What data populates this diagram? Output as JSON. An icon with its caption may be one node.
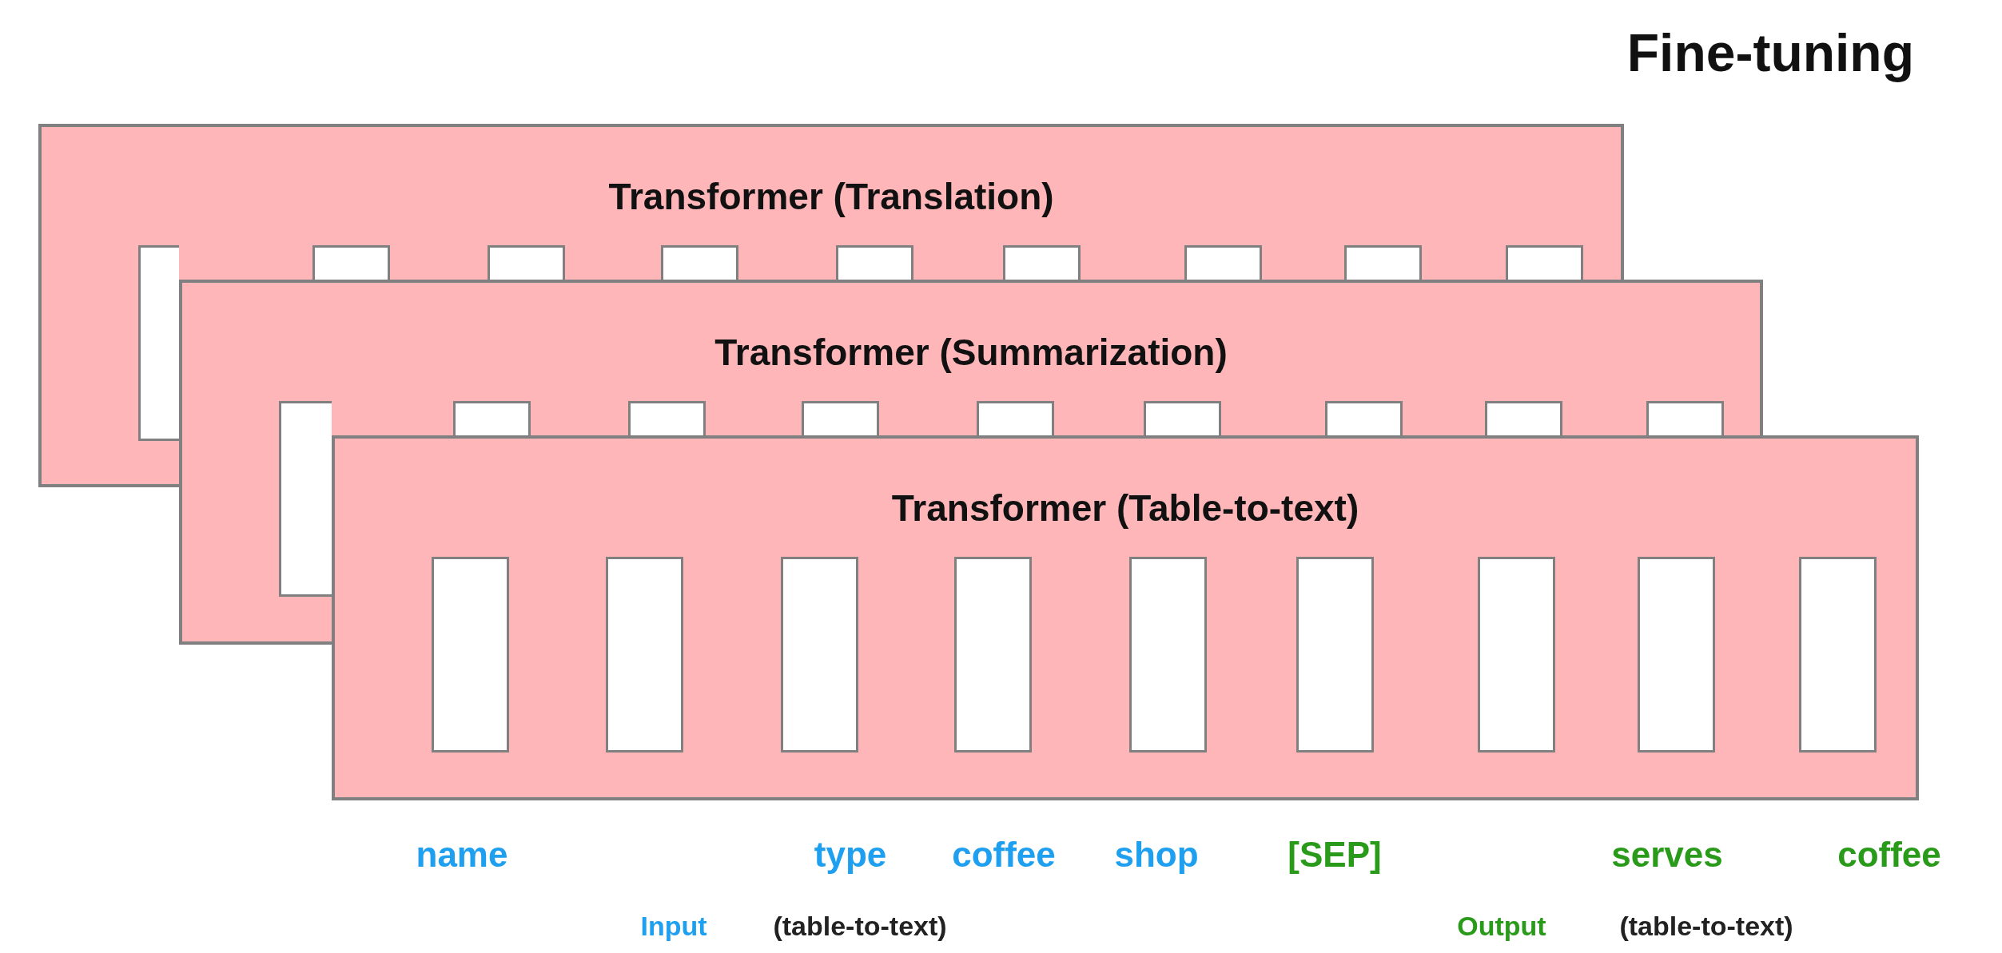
{
  "diagram": {
    "title": "Fine-tuning",
    "nodes": [
      {
        "text": [
          "Transformer (Translation)"
        ]
      },
      {
        "text": [],
        "shape": "box"
      },
      {
        "text": [],
        "shape": "box",
        "in": 0
      },
      {
        "text": [],
        "shape": "box",
        "in": 0
      },
      {
        "text": [],
        "shape": "box",
        "in": 0
      },
      {
        "text": [],
        "shape": "box",
        "in": 0
      },
      {
        "text": [],
        "shape": "box",
        "in": 0
      },
      {
        "text": [],
        "shape": "box",
        "in": 0
      },
      {
        "text": [],
        "shape": "box",
        "in": 0
      },
      {
        "text": [],
        "shape": "box",
        "in": 0
      },
      {
        "text": [
          "Transformer (Summarization)"
        ]
      },
      {
        "text": [],
        "shape": "box"
      },
      {
        "text": [],
        "shape": "box",
        "in": 10
      },
      {
        "text": [],
        "shape": "box",
        "in": 10
      },
      {
        "text": [],
        "shape": "box",
        "in": 10
      },
      {
        "text": [],
        "shape": "box",
        "in": 10
      },
      {
        "text": [],
        "shape": "box",
        "in": 10
      },
      {
        "text": [],
        "shape": "box",
        "in": 10
      },
      {
        "text": [],
        "shape": "box",
        "in": 10
      },
      {
        "text": [],
        "shape": "box",
        "in": 10
      },
      {
        "text": [
          "Transformer (Table-to-text)"
        ]
      },
      {
        "text": [],
        "shape": "box",
        "in": 20
      },
      {
        "text": [],
        "shape": "box",
        "in": 20
      },
      {
        "text": [],
        "shape": "box",
        "in": 20
      },
      {
        "text": [],
        "shape": "box",
        "in": 20
      },
      {
        "text": [],
        "shape": "box",
        "in": 20
      },
      {
        "text": [],
        "shape": "box",
        "in": 20
      },
      {
        "text": [],
        "shape": "box",
        "in": 20
      },
      {
        "text": [],
        "shape": "box",
        "in": 20
      },
      {
        "text": [],
        "shape": "box",
        "in": 20
      }
    ],
    "labels": [
      "name",
      "type",
      "coffee",
      "shop",
      "[SEP]",
      "serves",
      "coffee",
      "Input",
      "(table-to-text)",
      "Output",
      "(table-to-text)"
    ]
  }
}
